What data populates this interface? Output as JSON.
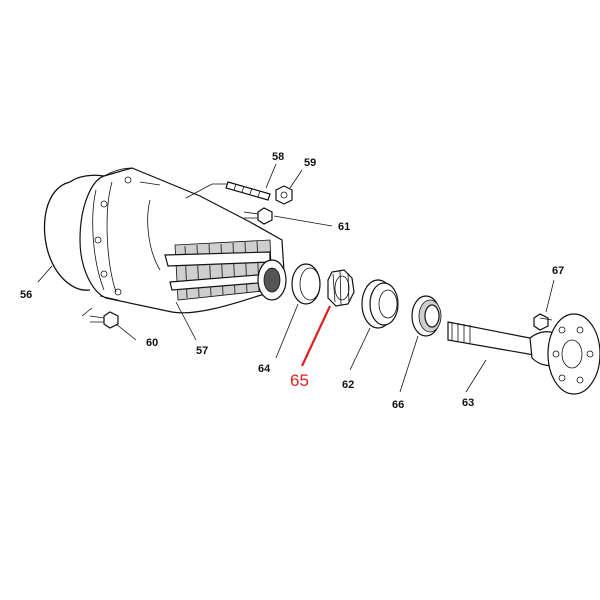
{
  "diagram": {
    "callouts": [
      {
        "id": "56",
        "text": "56"
      },
      {
        "id": "57",
        "text": "57"
      },
      {
        "id": "58",
        "text": "58"
      },
      {
        "id": "59",
        "text": "59"
      },
      {
        "id": "60",
        "text": "60"
      },
      {
        "id": "61",
        "text": "61"
      },
      {
        "id": "62",
        "text": "62"
      },
      {
        "id": "63",
        "text": "63"
      },
      {
        "id": "64",
        "text": "64"
      },
      {
        "id": "65",
        "text": "65"
      },
      {
        "id": "66",
        "text": "66"
      },
      {
        "id": "67",
        "text": "67"
      }
    ],
    "highlight": {
      "callout": "65",
      "color": "#e02020"
    }
  }
}
